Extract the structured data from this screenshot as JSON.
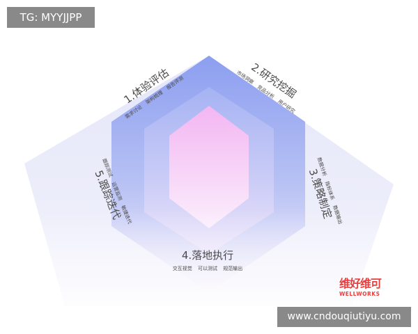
{
  "watermark_top": "TG: MYYJJPP",
  "watermark_bottom": "www.cndouqiutiyu.com",
  "logo": {
    "name_cn": "维好维可",
    "name_en": "WELLWORKS"
  },
  "colors": {
    "outer_fill": "#ecedfb",
    "hexagon_top": "#8c9ef0",
    "inner_pink": "#f4b8f4",
    "text": "#4a4a4a",
    "logo_red": "#e83e3e"
  },
  "stages": [
    {
      "title": "1.体验评估",
      "items": [
        "需求讨论",
        "架构梳理",
        "报告评测"
      ]
    },
    {
      "title": "2.研究挖掘",
      "items": [
        "市场洞察",
        "竞品分析",
        "用户研究"
      ]
    },
    {
      "title": "3.策略制定",
      "items": [
        "数据分析",
        "指标体系",
        "数据输出"
      ]
    },
    {
      "title": "4.落地执行",
      "items": [
        "交互视觉",
        "可以测试",
        "规范输出"
      ]
    },
    {
      "title": "5.跟踪迭代",
      "items": [
        "跟踪测试",
        "运营监测",
        "敏捷迭代"
      ]
    }
  ]
}
